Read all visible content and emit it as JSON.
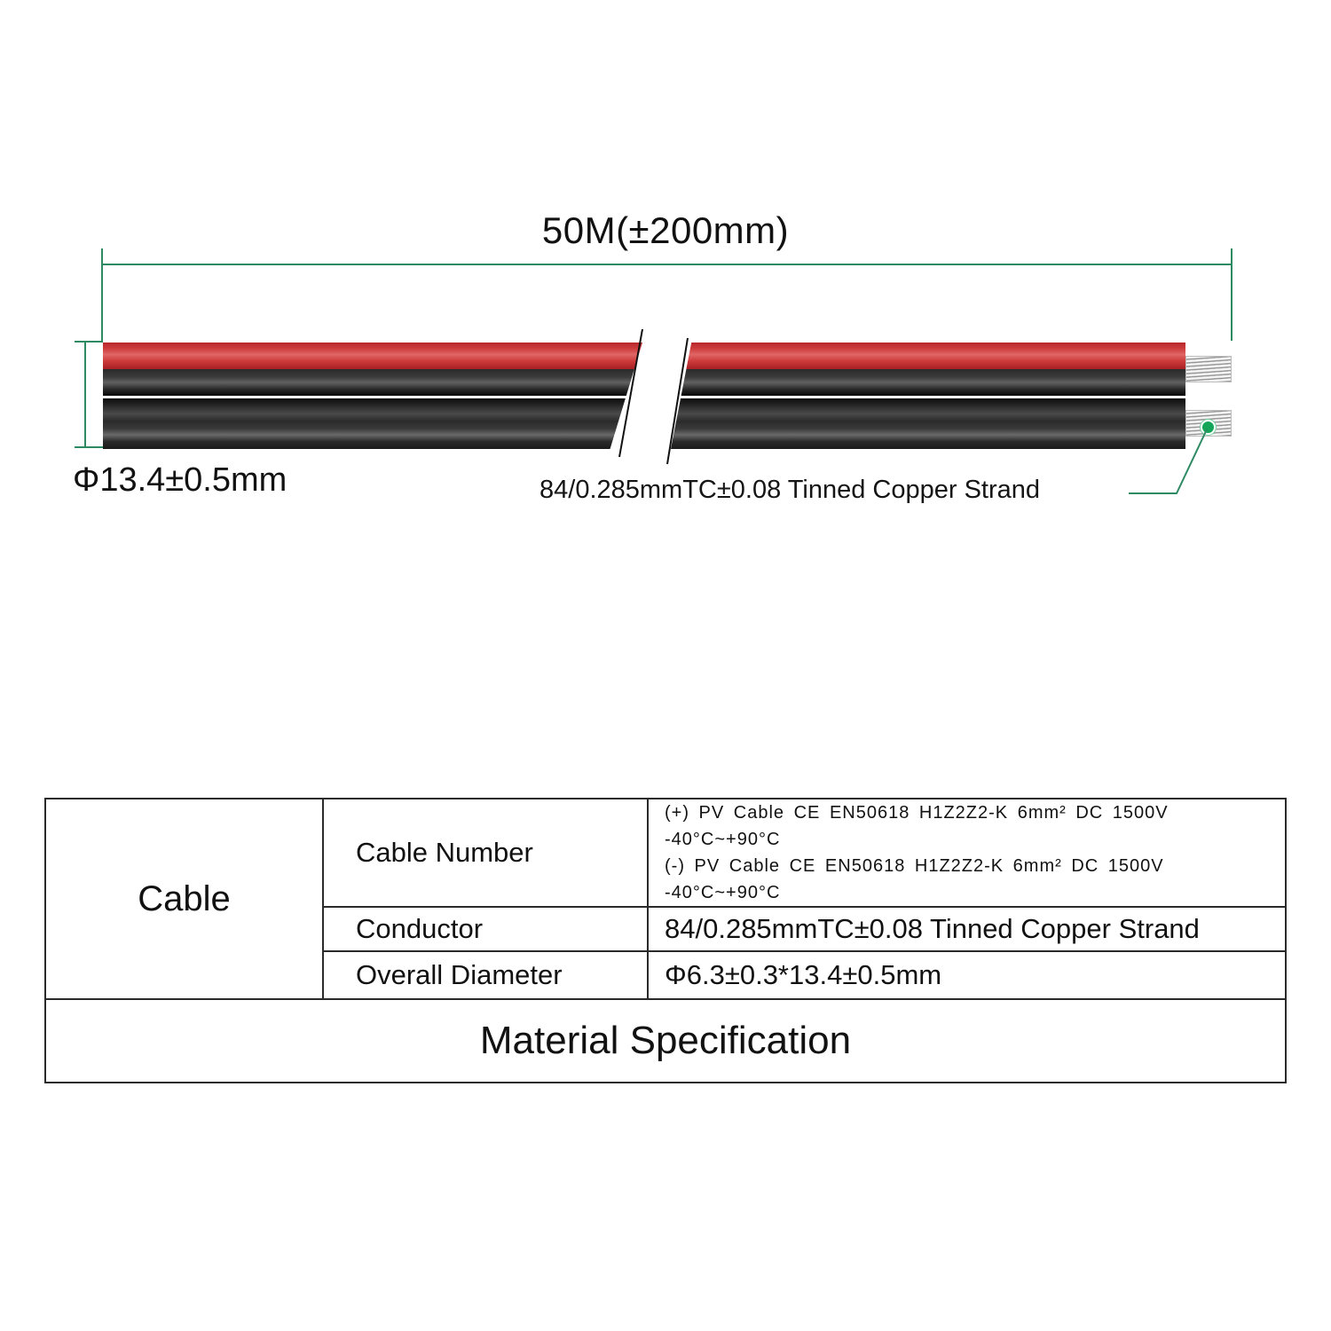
{
  "diagram": {
    "length_label": "50M(±200mm)",
    "diameter_label": "Φ13.4±0.5mm",
    "strand_callout": "84/0.285mmTC±0.08 Tinned Copper Strand",
    "colors": {
      "dimension_line": "#2e8a63",
      "red_core": "#cf3f3f",
      "black_core": "#1e1e1e",
      "callout_dot": "#13a557"
    }
  },
  "table": {
    "category": "Cable",
    "rows": [
      {
        "label": "Cable Number",
        "values": [
          "(+) PV Cable CE EN50618 H1Z2Z2-K 6mm² DC 1500V -40°C~+90°C",
          "(-) PV Cable CE EN50618 H1Z2Z2-K 6mm² DC 1500V -40°C~+90°C"
        ]
      },
      {
        "label": "Conductor",
        "value": "84/0.285mmTC±0.08 Tinned Copper Strand"
      },
      {
        "label": "Overall Diameter",
        "value": "Φ6.3±0.3*13.4±0.5mm"
      }
    ],
    "footer": "Material Specification"
  }
}
